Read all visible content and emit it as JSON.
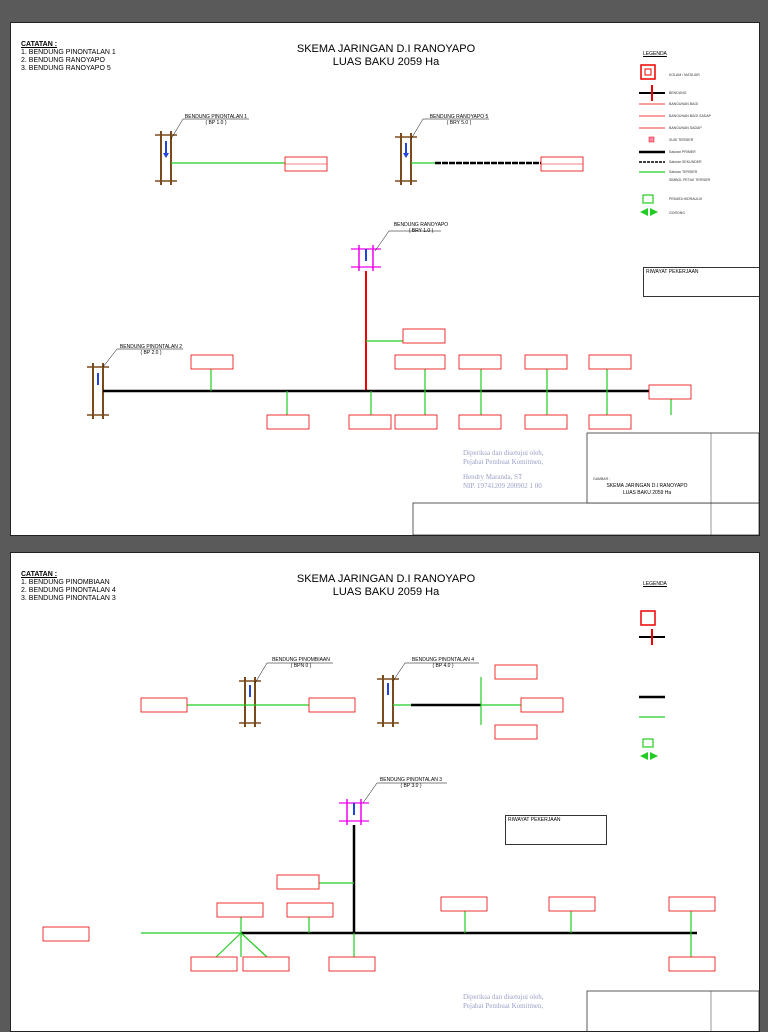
{
  "sheet1": {
    "title_line1": "SKEMA JARINGAN D.I RANOYAPO",
    "title_line2": "LUAS BAKU 2059 Ha",
    "catatan_header": "CATATAN :",
    "catatan": [
      "1. BENDUNG PINONTALAN 1",
      "2. BENDUNG RANOYAPO",
      "3. BENDUNG RANOYAPO 5"
    ],
    "weirs": [
      {
        "name": "BENDUNG PINONTALAN 1",
        "code": "( BP 1.0 )"
      },
      {
        "name": "BENDUNG RANOYAPO 5",
        "code": "( BRY 5.0 )"
      },
      {
        "name": "BENDUNG RANOYAPO",
        "code": "( BRY 1.0 )"
      },
      {
        "name": "BENDUNG PINONTALAN 2",
        "code": "( BP 2.0 )"
      }
    ],
    "drawing_label": "GAMBAR :",
    "drawing_title": "SKEMA JARINGAN D.I RANOYAPO",
    "drawing_sub": "LUAS BAKU 2059 Ha",
    "stamp_line1": "Diperiksa dan disetujui oleh,",
    "stamp_line2": "Pejabat Pembuat Komitmen,",
    "stamp_line3": "Hendry Maranda, ST",
    "stamp_line4": "NIP. 19741209 200902 1 00",
    "riwayat": "RIWAYAT PEKERJAAN"
  },
  "sheet2": {
    "title_line1": "SKEMA JARINGAN D.I RANOYAPO",
    "title_line2": "LUAS BAKU 2059 Ha",
    "catatan_header": "CATATAN :",
    "catatan": [
      "1. BENDUNG PINOMBIAAN",
      "2. BENDUNG PINONTALAN 4",
      "3. BENDUNG PINONTALAN 3"
    ],
    "weirs": [
      {
        "name": "BENDUNG PINOMBIAAN",
        "code": "( BPN 0 )"
      },
      {
        "name": "BENDUNG PINONTALAN 4",
        "code": "( BP 4.0 )"
      },
      {
        "name": "BENDUNG PINONTALAN 3",
        "code": "( BP 3.0 )"
      }
    ],
    "stamp_line1": "Diperiksa dan disetujui oleh,",
    "stamp_line2": "Pejabat Pembuat Komitmen,",
    "riwayat": "RIWAYAT PEKERJAAN"
  },
  "legend": {
    "header": "LEGENDA",
    "items": [
      "KOLAM / MATA AIR",
      "BENDUNG",
      "BANGUNAN BAGI",
      "BANGUNAN BAGI SADAP",
      "BANGUNAN SADAP",
      "SUSI TERSIER",
      "Saluran PRIMER",
      "Saluran SEKUNDER",
      "Saluran TERSIER",
      "SIMBOL PETAK TERSIER",
      "PEMATA HIDRAULIK",
      "GORONG"
    ]
  },
  "colors": {
    "primary": "#000000",
    "secondary": "#e00000",
    "tertiary": "#22cc22",
    "weir": "#ee00ee",
    "box": "#e00000"
  }
}
